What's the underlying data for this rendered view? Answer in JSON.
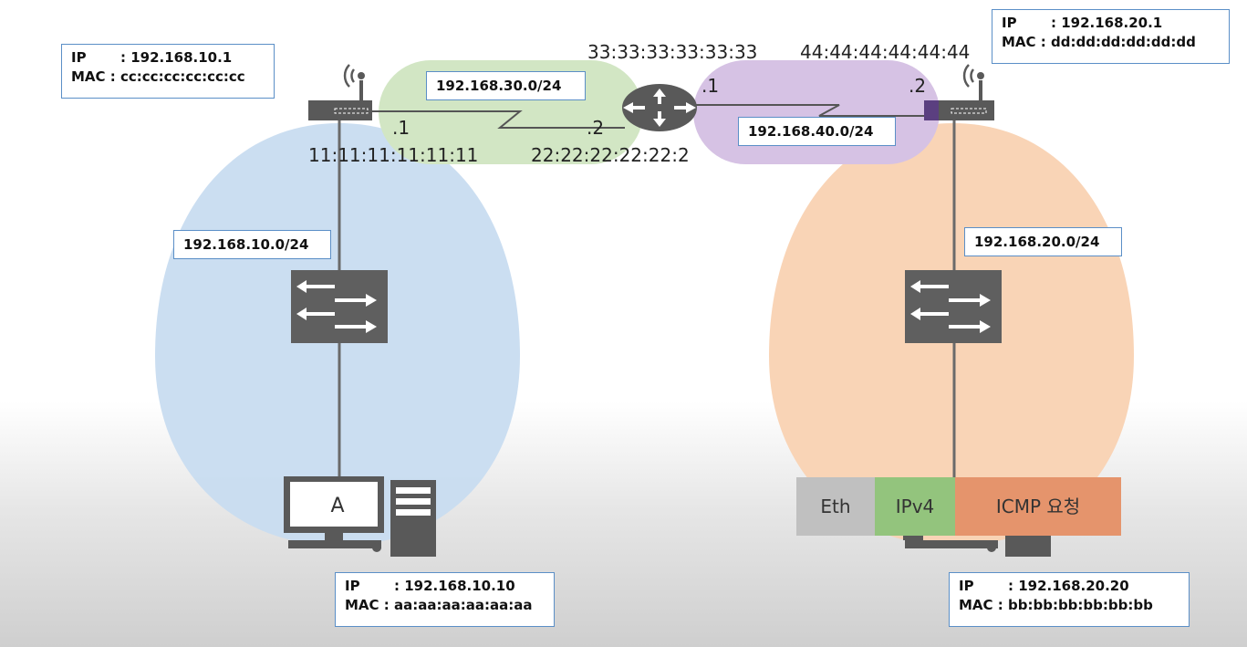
{
  "left_router": {
    "ip_label": "IP",
    "ip": ": 192.168.10.1",
    "mac_label": "MAC",
    "mac": ": cc:cc:cc:cc:cc:cc"
  },
  "right_router": {
    "ip_label": "IP",
    "ip": ": 192.168.20.1",
    "mac_label": "MAC",
    "mac": ": dd:dd:dd:dd:dd:dd"
  },
  "host_a": {
    "name": "A",
    "ip_label": "IP",
    "ip": ": 192.168.10.10",
    "mac_label": "MAC",
    "mac": ": aa:aa:aa:aa:aa:aa"
  },
  "host_b": {
    "ip_label": "IP",
    "ip": ": 192.168.20.20",
    "mac_label": "MAC",
    "mac": ": bb:bb:bb:bb:bb:bb"
  },
  "networks": {
    "left_lan": "192.168.10.0/24",
    "right_lan": "192.168.20.0/24",
    "link_left": "192.168.30.0/24",
    "link_right": "192.168.40.0/24"
  },
  "interfaces": {
    "left_router_suffix": ".1",
    "left_router_mac": "11:11:11:11:11:11",
    "center_left_suffix": ".2",
    "center_left_mac": "22:22:22:22:22:2",
    "center_right_mac": "33:33:33:33:33:33",
    "center_right_suffix": ".1",
    "right_router_mac": "44:44:44:44:44:44",
    "right_router_suffix": ".2"
  },
  "packet": {
    "eth": "Eth",
    "ipv4": "IPv4",
    "icmp": "ICMP 요청"
  },
  "colors": {
    "left_lan": "#c8dcf0",
    "right_lan": "#f9d2b2",
    "link_left": "#d2e6c4",
    "link_right": "#d6c2e4",
    "device": "#595959",
    "box_border": "#5b8fc7",
    "eth": "#c0c0c0",
    "ipv4": "#93c47d",
    "icmp": "#e5946c"
  }
}
